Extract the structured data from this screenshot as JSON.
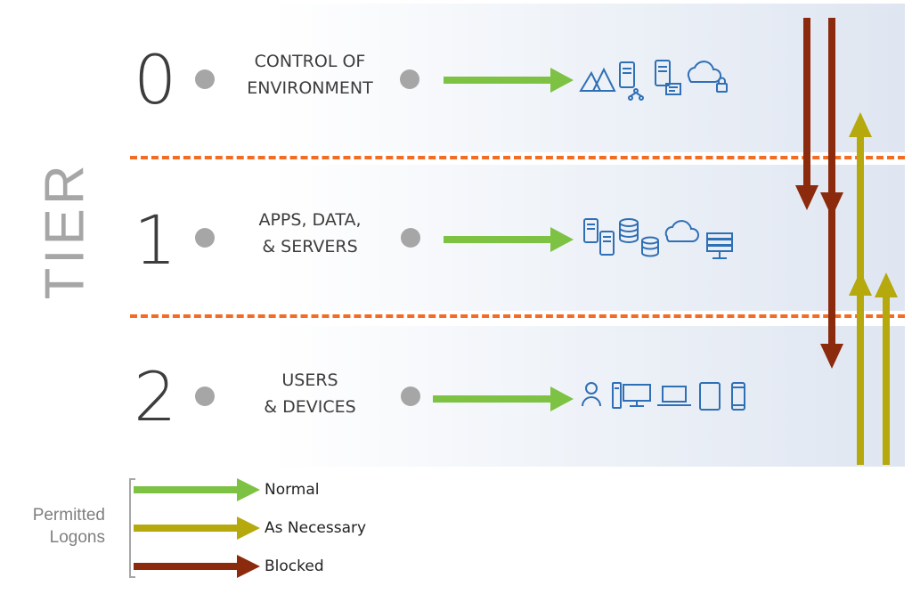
{
  "side_title": "TIER",
  "tiers": [
    {
      "number": "0",
      "line1": "CONTROL OF",
      "line2": "ENVIRONMENT"
    },
    {
      "number": "1",
      "line1": "APPS, DATA,",
      "line2": "& SERVERS"
    },
    {
      "number": "2",
      "line1": "USERS",
      "line2": "& DEVICES"
    }
  ],
  "legend": {
    "title_line1": "Permitted",
    "title_line2": "Logons",
    "items": [
      {
        "label": "Normal",
        "color": "#7dc242"
      },
      {
        "label": "As Necessary",
        "color": "#b5a90e"
      },
      {
        "label": "Blocked",
        "color": "#8b2a0c"
      }
    ]
  },
  "colors": {
    "normal": "#7dc242",
    "as_necessary": "#b5a90e",
    "blocked": "#8b2a0c",
    "divider": "#f26c24",
    "icon": "#2f6fb5"
  }
}
